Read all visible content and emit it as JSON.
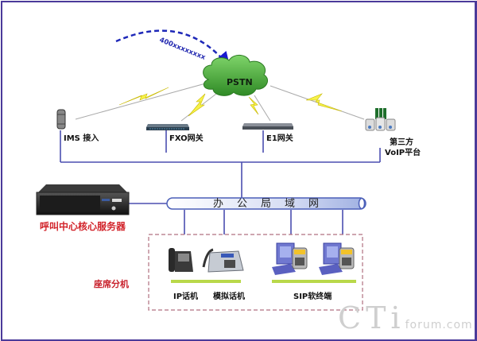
{
  "diagram": {
    "dial_label": "400xxxxxxxx",
    "pstn_label": "PSTN",
    "nodes": {
      "ims": "IMS 接入",
      "fxo": "FXO网关",
      "e1": "E1网关",
      "voip_line1": "第三方",
      "voip_line2": "VoIP平台"
    },
    "server_label": "呼叫中心核心服务器",
    "lan_label": "办公局域网",
    "seats_label": "座席分机",
    "endpoints": {
      "ip_phone": "IP话机",
      "analog_phone": "模拟话机",
      "sip_softphone": "SIP软终端"
    },
    "watermark": {
      "main": "CTi",
      "suffix": "forum.com"
    },
    "colors": {
      "bus_line": "#4b4fb0",
      "cloud": "#3c9a2e",
      "lightning": "#f4f03a",
      "accent_red": "#d2232a",
      "frame": "#4b3a9a",
      "dashed_box": "#b07080"
    }
  }
}
